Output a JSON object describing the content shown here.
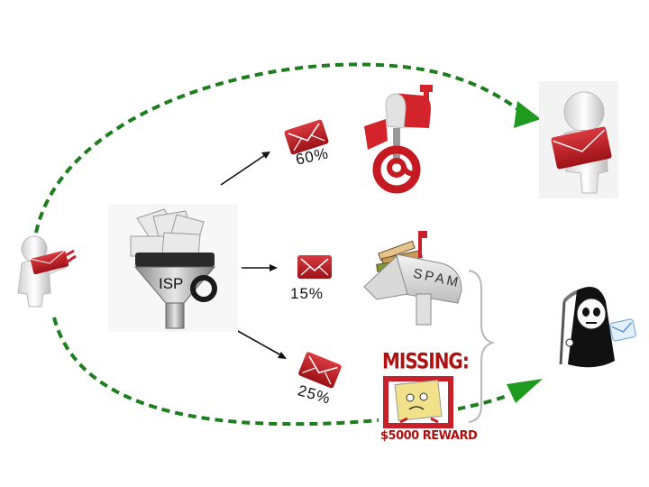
{
  "flows": [
    {
      "id": "inbox",
      "percent": "60%",
      "destination": "Recipient"
    },
    {
      "id": "spam",
      "percent": "15%",
      "destination": "Spam folder"
    },
    {
      "id": "missing",
      "percent": "25%",
      "destination": "Missing"
    }
  ],
  "filter": {
    "label": "ISP"
  },
  "spam_box": {
    "label": "SPAM"
  },
  "missing_poster": {
    "title": "MISSING:",
    "reward": "$5000 REWARD"
  },
  "colors": {
    "envelope": "#c8202a",
    "path": "#1e7d1e",
    "arrow": "#111111",
    "poster": "#b01010"
  },
  "icons": [
    "sender-figure-icon",
    "funnel-icon",
    "envelope-icon",
    "mailbox-icon",
    "spam-mailbox-icon",
    "missing-poster-icon",
    "recipient-figure-icon",
    "grim-reaper-icon"
  ]
}
